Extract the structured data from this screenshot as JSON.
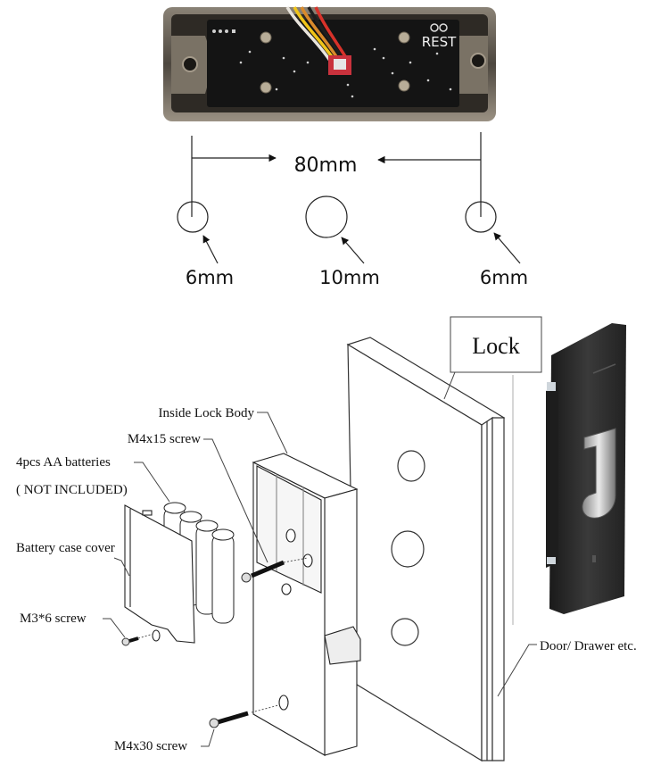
{
  "pcb_photo": {
    "button_label": "REST"
  },
  "drill_template": {
    "spacing_label": "80mm",
    "holes": [
      {
        "label": "6mm",
        "position": "left"
      },
      {
        "label": "10mm",
        "position": "center"
      },
      {
        "label": "6mm",
        "position": "right"
      }
    ]
  },
  "exploded_view": {
    "callouts": {
      "lock": "Lock",
      "inside_lock_body": "Inside Lock Body",
      "m4x15_screw": "M4x15 screw",
      "batteries_line1": "4pcs AA batteries",
      "batteries_line2": "( NOT INCLUDED)",
      "battery_cover": "Battery case cover",
      "m3x6_screw": "M3*6 screw",
      "m4x30_screw": "M4x30 screw",
      "door": "Door/ Drawer etc."
    }
  },
  "colors": {
    "pcb": "#141414",
    "housing": "#6b6458",
    "wire_red": "#d8322a",
    "wire_yellow": "#f0c419",
    "wire_orange": "#d98a2b",
    "lock_face": "#2a2a2a"
  }
}
